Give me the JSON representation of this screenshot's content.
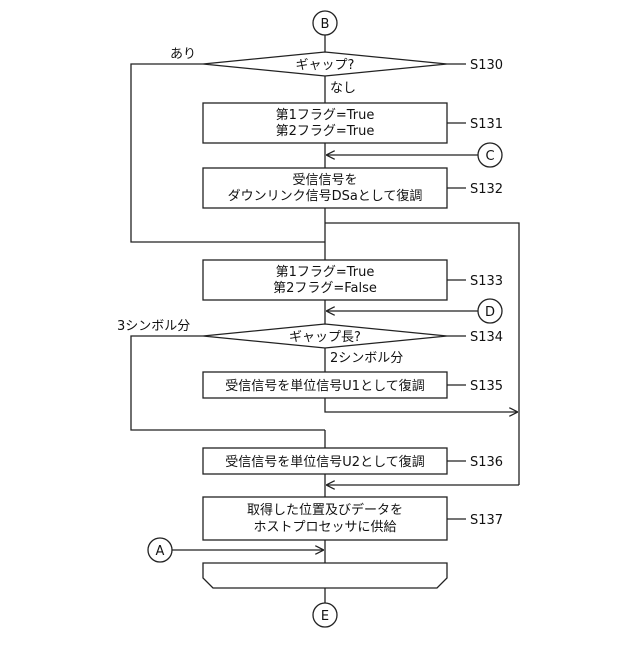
{
  "connectors": {
    "b_top": "B",
    "c_in": "C",
    "d_in": "D",
    "a_in": "A",
    "e_bottom": "E"
  },
  "nodes": {
    "s130": {
      "step": "S130",
      "text": "ギャップ?",
      "yes": "あり",
      "no": "なし"
    },
    "s131": {
      "step": "S131",
      "line1": "第1フラグ=True",
      "line2": "第2フラグ=True"
    },
    "s132": {
      "step": "S132",
      "line1": "受信信号を",
      "line2": "ダウンリンク信号DSaとして復調"
    },
    "s133": {
      "step": "S133",
      "line1": "第1フラグ=True",
      "line2": "第2フラグ=False"
    },
    "s134": {
      "step": "S134",
      "text": "ギャップ長?",
      "three": "3シンボル分",
      "two": "2シンボル分"
    },
    "s135": {
      "step": "S135",
      "text": "受信信号を単位信号U1として復調"
    },
    "s136": {
      "step": "S136",
      "text": "受信信号を単位信号U2として復調"
    },
    "s137": {
      "step": "S137",
      "line1": "取得した位置及びデータを",
      "line2": "ホストプロセッサに供給"
    }
  },
  "colors": {
    "stroke": "#222222",
    "fill": "#ffffff",
    "text": "#111111"
  }
}
